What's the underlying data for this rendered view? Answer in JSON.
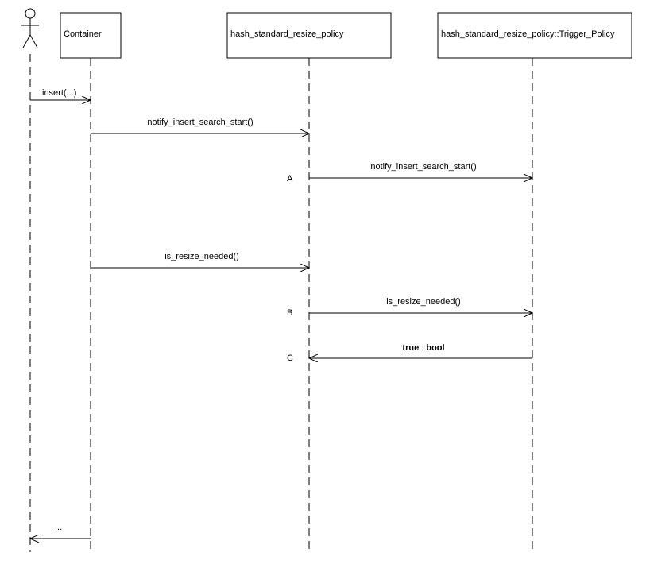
{
  "participants": {
    "container": "Container",
    "policy": "hash_standard_resize_policy",
    "trigger": "hash_standard_resize_policy::Trigger_Policy"
  },
  "messages": {
    "insert": "insert(...)",
    "notify_container_to_policy": "notify_insert_search_start()",
    "notify_policy_to_trigger": "notify_insert_search_start()",
    "is_resize_container_to_policy": "is_resize_needed()",
    "is_resize_policy_to_trigger": "is_resize_needed()",
    "return_true_value": "true",
    "return_true_sep": " : ",
    "return_true_type": "bool",
    "return_end": "..."
  },
  "markers": {
    "a": "A",
    "b": "B",
    "c": "C"
  }
}
